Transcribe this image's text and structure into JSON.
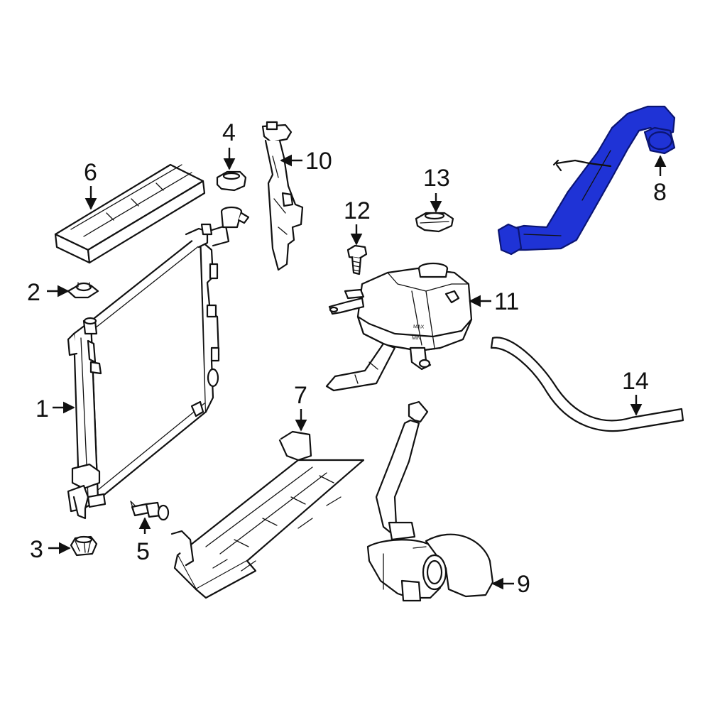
{
  "highlight_color": "#1f33d6",
  "callouts": {
    "c1": "1",
    "c2": "2",
    "c3": "3",
    "c4": "4",
    "c5": "5",
    "c6": "6",
    "c7": "7",
    "c8": "8",
    "c9": "9",
    "c10": "10",
    "c11": "11",
    "c12": "12",
    "c13": "13",
    "c14": "14"
  },
  "reservoir_marks": {
    "max": "MAX",
    "min": "MIN"
  }
}
